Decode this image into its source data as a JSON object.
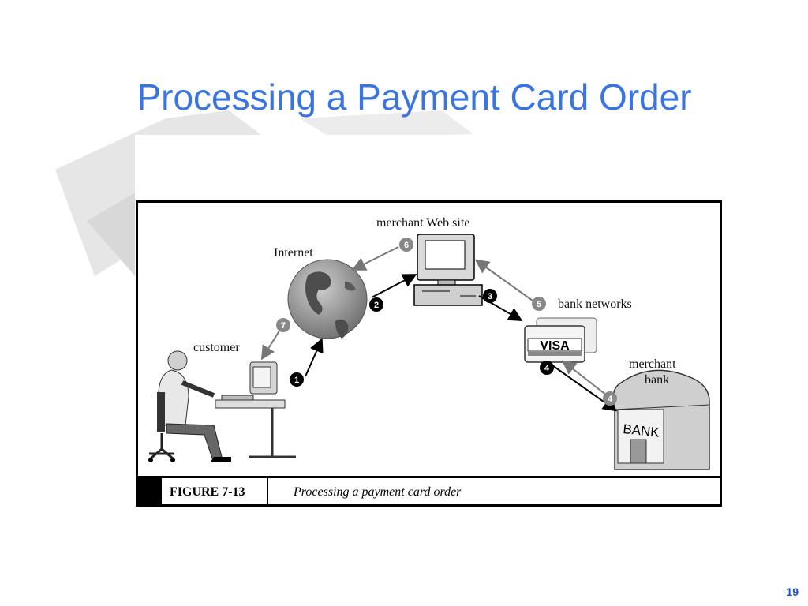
{
  "slide": {
    "title": "Processing a Payment Card Order",
    "page_number": "19"
  },
  "figure": {
    "labels": {
      "merchant_web_site": "merchant Web site",
      "internet": "Internet",
      "bank_networks": "bank networks",
      "customer": "customer",
      "merchant_bank_line1": "merchant",
      "merchant_bank_line2": "bank",
      "bank_sign": "BANK",
      "visa_card": "VISA"
    },
    "steps": {
      "s1": "1",
      "s2": "2",
      "s3": "3",
      "s4a": "4",
      "s4b": "4",
      "s5": "5",
      "s6": "6",
      "s7": "7"
    },
    "caption": {
      "number": "FIGURE 7-13",
      "text": "Processing a payment card order"
    }
  }
}
